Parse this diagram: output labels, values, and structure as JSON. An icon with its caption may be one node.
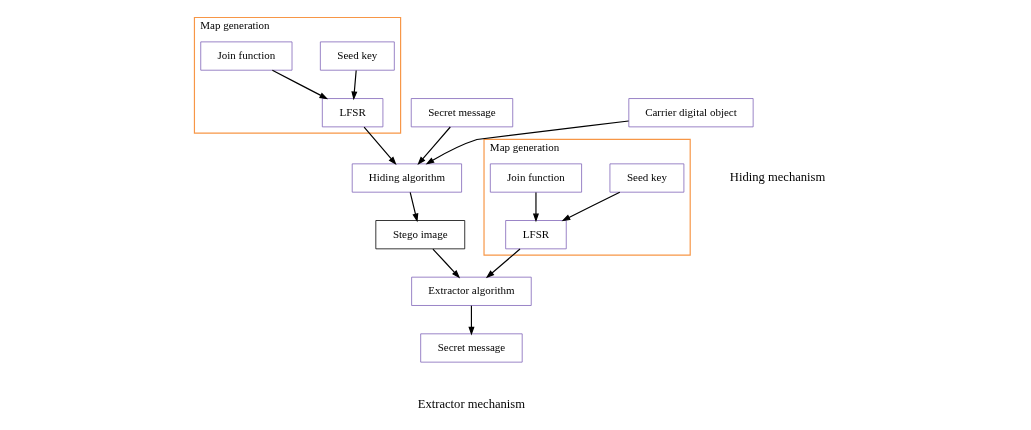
{
  "diagram": {
    "nodes": [
      {
        "text": [
          "Map generation"
        ]
      },
      {
        "text": [
          "Seed key"
        ],
        "in": 0
      },
      {
        "text": [
          "LFSR"
        ],
        "in": 0
      },
      {
        "text": [
          "Join function"
        ],
        "in": 0
      },
      {
        "text": [
          "Secret message"
        ]
      },
      {
        "text": [
          "Hiding algorithm"
        ]
      },
      {
        "text": [
          "Carrier digital object"
        ]
      },
      {
        "text": [
          "Stego image"
        ]
      },
      {
        "text": [
          "Map generation"
        ]
      },
      {
        "text": [
          "Seed key"
        ],
        "in": 8
      },
      {
        "text": [
          "LFSR"
        ],
        "in": 8
      },
      {
        "text": [
          "Join function"
        ],
        "in": 8
      },
      {
        "text": [
          "Extractor algorithm"
        ]
      },
      {
        "text": [
          "Secret message"
        ]
      }
    ],
    "edges": [
      {
        "from": 1,
        "to": 2,
        "arrow": "to"
      },
      {
        "from": 3,
        "to": 2,
        "arrow": "to"
      },
      {
        "from": 4,
        "to": 5,
        "arrow": "to"
      },
      {
        "from": 2,
        "to": 5,
        "arrow": "to"
      },
      {
        "from": 6,
        "to": 5,
        "arrow": "to"
      },
      {
        "from": 5,
        "to": 7,
        "arrow": "to"
      },
      {
        "from": 7,
        "to": 12,
        "arrow": "to"
      },
      {
        "from": 9,
        "to": 10,
        "arrow": "to"
      },
      {
        "from": 11,
        "to": 10,
        "arrow": "to"
      },
      {
        "from": 10,
        "to": 12,
        "arrow": "to"
      },
      {
        "from": 12,
        "to": 13,
        "arrow": "to"
      }
    ],
    "labels": [
      "Hiding mechanism",
      "Extractor mechanism"
    ]
  }
}
